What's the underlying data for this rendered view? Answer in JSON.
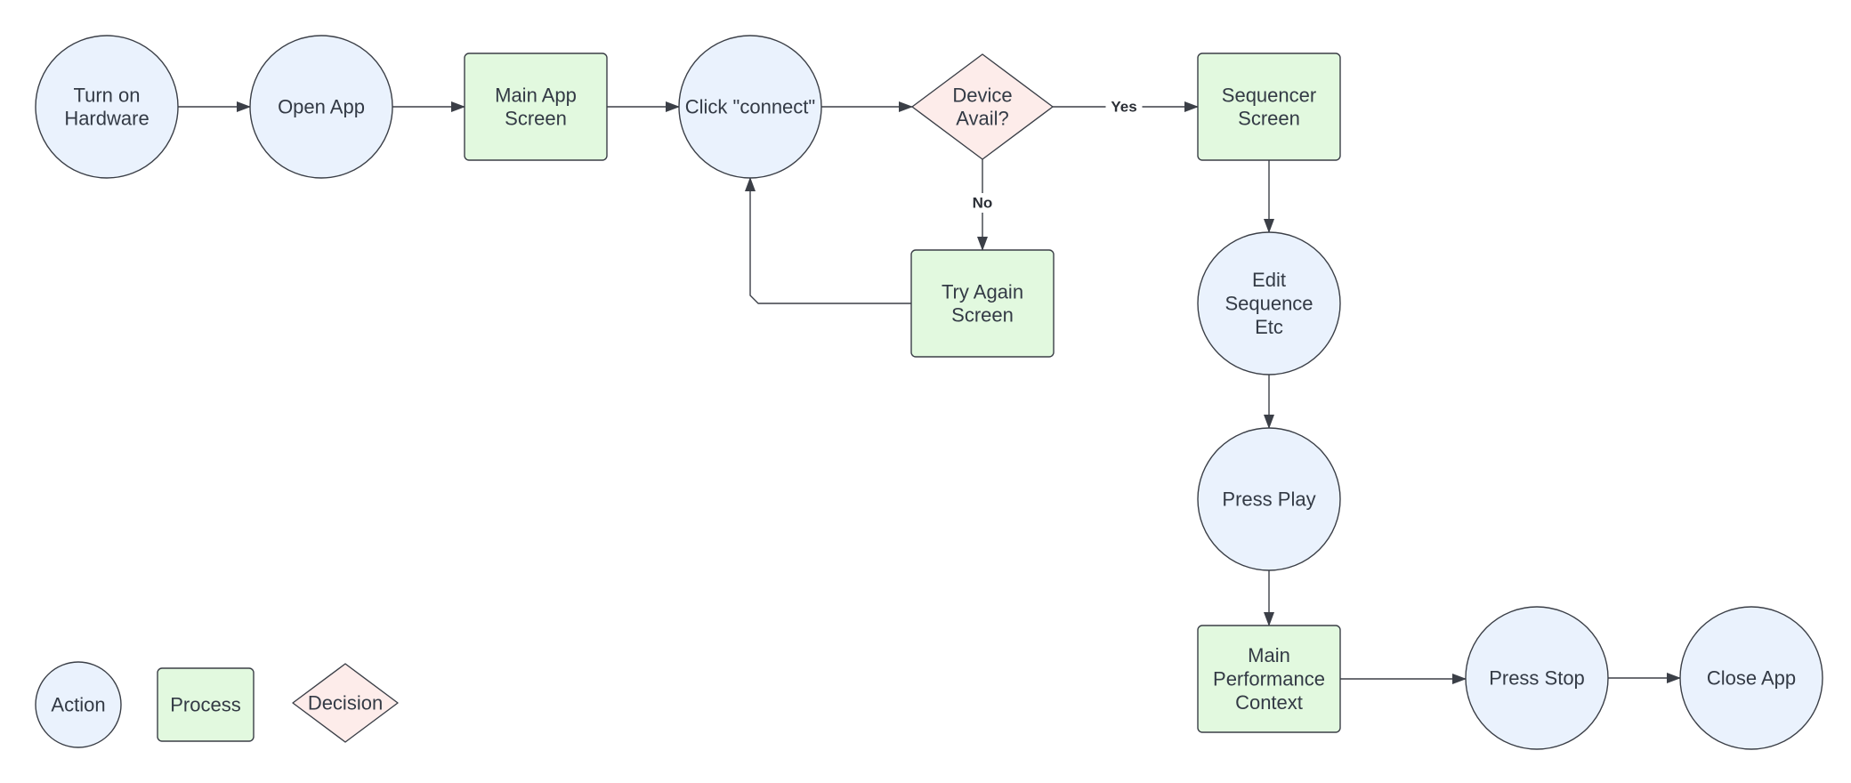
{
  "colors": {
    "action_fill": "#eaf2fd",
    "process_fill": "#e2f9df",
    "decision_fill": "#fdecea",
    "stroke": "#3b3f47",
    "text": "#333a45"
  },
  "nodes": {
    "turn_on": {
      "kind": "action",
      "lines": [
        "Turn on",
        "Hardware"
      ]
    },
    "open_app": {
      "kind": "action",
      "lines": [
        "Open App"
      ]
    },
    "main_app_screen": {
      "kind": "process",
      "lines": [
        "Main App",
        "Screen"
      ]
    },
    "click_connect": {
      "kind": "action",
      "lines": [
        "Click \"connect\""
      ]
    },
    "device_avail": {
      "kind": "decision",
      "lines": [
        "Device",
        "Avail?"
      ]
    },
    "sequencer_screen": {
      "kind": "process",
      "lines": [
        "Sequencer",
        "Screen"
      ]
    },
    "try_again": {
      "kind": "process",
      "lines": [
        "Try Again",
        "Screen"
      ]
    },
    "edit_sequence": {
      "kind": "action",
      "lines": [
        "Edit",
        "Sequence",
        "Etc"
      ]
    },
    "press_play": {
      "kind": "action",
      "lines": [
        "Press Play"
      ]
    },
    "main_performance": {
      "kind": "process",
      "lines": [
        "Main",
        "Performance",
        "Context"
      ]
    },
    "press_stop": {
      "kind": "action",
      "lines": [
        "Press Stop"
      ]
    },
    "close_app": {
      "kind": "action",
      "lines": [
        "Close App"
      ]
    }
  },
  "edges": [
    {
      "from": "turn_on",
      "to": "open_app",
      "label": ""
    },
    {
      "from": "open_app",
      "to": "main_app_screen",
      "label": ""
    },
    {
      "from": "main_app_screen",
      "to": "click_connect",
      "label": ""
    },
    {
      "from": "click_connect",
      "to": "device_avail",
      "label": ""
    },
    {
      "from": "device_avail",
      "to": "sequencer_screen",
      "label": "Yes"
    },
    {
      "from": "device_avail",
      "to": "try_again",
      "label": "No"
    },
    {
      "from": "try_again",
      "to": "click_connect",
      "label": ""
    },
    {
      "from": "sequencer_screen",
      "to": "edit_sequence",
      "label": ""
    },
    {
      "from": "edit_sequence",
      "to": "press_play",
      "label": ""
    },
    {
      "from": "press_play",
      "to": "main_performance",
      "label": ""
    },
    {
      "from": "main_performance",
      "to": "press_stop",
      "label": ""
    },
    {
      "from": "press_stop",
      "to": "close_app",
      "label": ""
    }
  ],
  "legend": {
    "action": "Action",
    "process": "Process",
    "decision": "Decision"
  }
}
